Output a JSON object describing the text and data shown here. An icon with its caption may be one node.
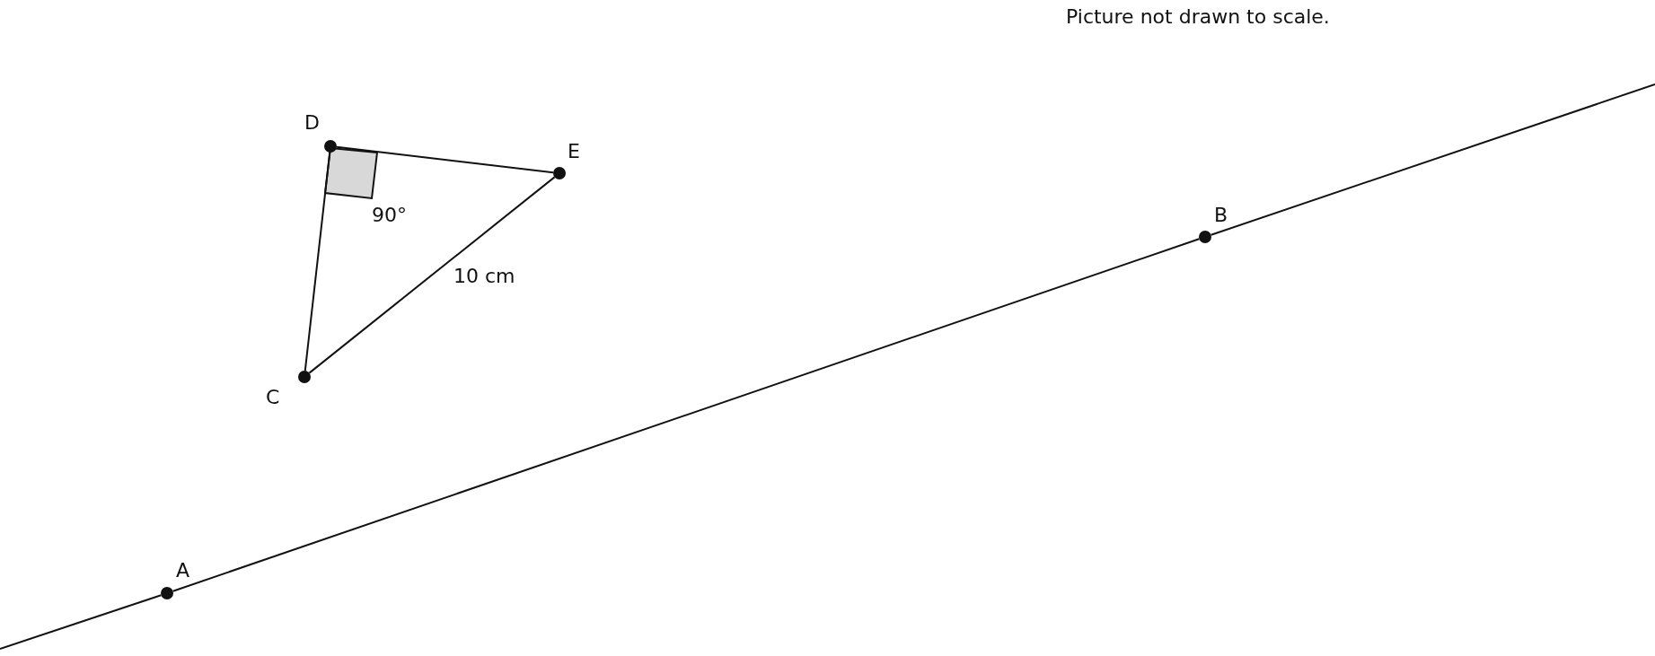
{
  "diagram": {
    "nodes": [
      {
        "text": [],
        "shape": "circle",
        "beside": [
          "D"
        ]
      },
      {
        "text": [],
        "shape": "circle",
        "beside": [
          "E"
        ]
      },
      {
        "text": [],
        "shape": "circle",
        "beside": [
          "C"
        ]
      },
      {
        "text": [],
        "shape": "circle",
        "beside": [
          "B"
        ]
      },
      {
        "text": [],
        "shape": "circle",
        "beside": [
          "A"
        ]
      }
    ],
    "edges": [
      {
        "from": 0,
        "to": 1,
        "arrow": "none"
      },
      {
        "from": 1,
        "to": 2,
        "arrow": "none",
        "label": "10 cm"
      },
      {
        "from": 2,
        "to": 0,
        "arrow": "none"
      },
      {
        "from": null,
        "to": 4,
        "arrow": "none"
      },
      {
        "from": 4,
        "to": 3,
        "arrow": "none"
      },
      {
        "from": 3,
        "to": null,
        "arrow": "none"
      }
    ],
    "labels": [
      "Picture not drawn to scale.",
      "90°"
    ]
  }
}
